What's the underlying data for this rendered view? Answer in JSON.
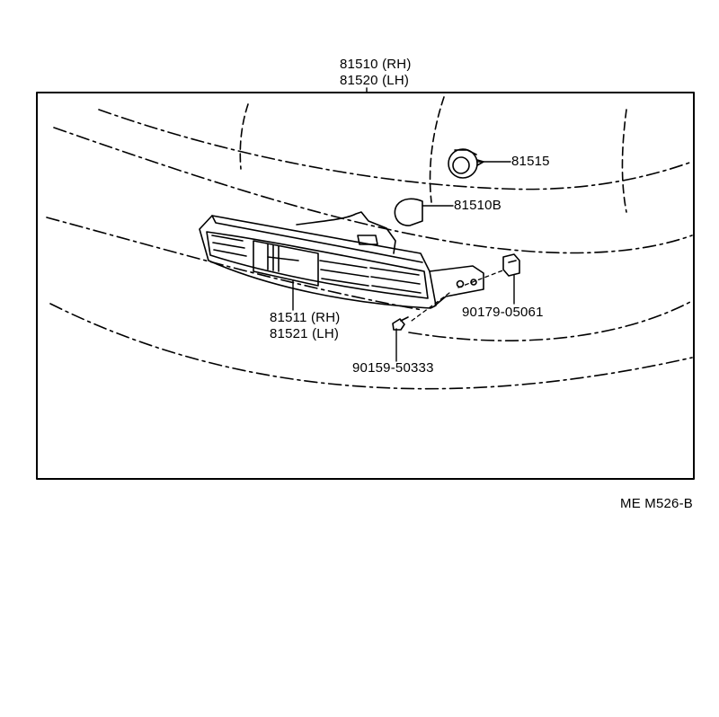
{
  "labels": {
    "assembly_rh": "81510 (RH)",
    "assembly_lh": "81520 (LH)",
    "socket": "81515",
    "bulb": "81510B",
    "lens_rh": "81511 (RH)",
    "lens_lh": "81521 (LH)",
    "clip": "90179-05061",
    "screw": "90159-50333"
  },
  "figure_code": "ME M526-B",
  "colors": {
    "ink": "#000000",
    "paper": "#ffffff"
  }
}
